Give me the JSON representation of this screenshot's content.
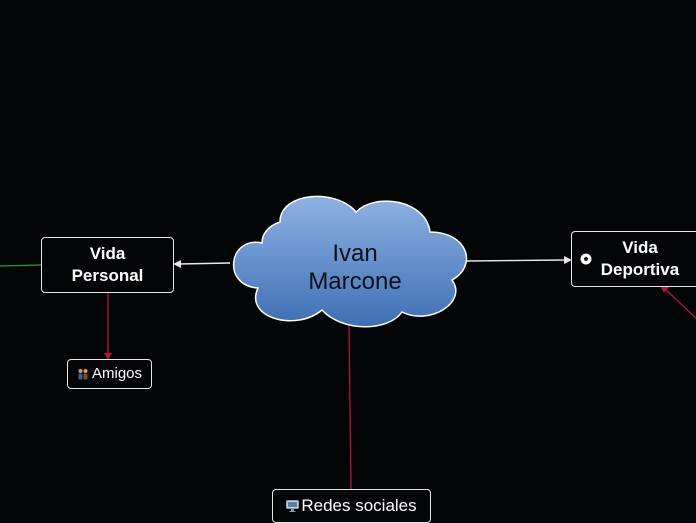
{
  "center": {
    "label_line1": "Ivan",
    "label_line2": "Marcone"
  },
  "branches": {
    "vida_personal": {
      "line1": "Vida",
      "line2": "Personal"
    },
    "vida_deportiva": {
      "line1": "Vida",
      "line2": "Deportiva",
      "icon": "soccer-ball-icon"
    },
    "amigos": {
      "label": "Amigos",
      "icon": "people-icon"
    },
    "redes_sociales": {
      "label": "Redes sociales",
      "icon": "monitor-icon"
    }
  },
  "colors": {
    "background": "#040507",
    "cloud_top": "#8fb2e2",
    "cloud_bottom": "#3e6fb4",
    "node_border": "#e8e8e8",
    "connector_white": "#e8e8e8",
    "connector_red": "#b0173a",
    "connector_green": "#2e9a3e"
  }
}
